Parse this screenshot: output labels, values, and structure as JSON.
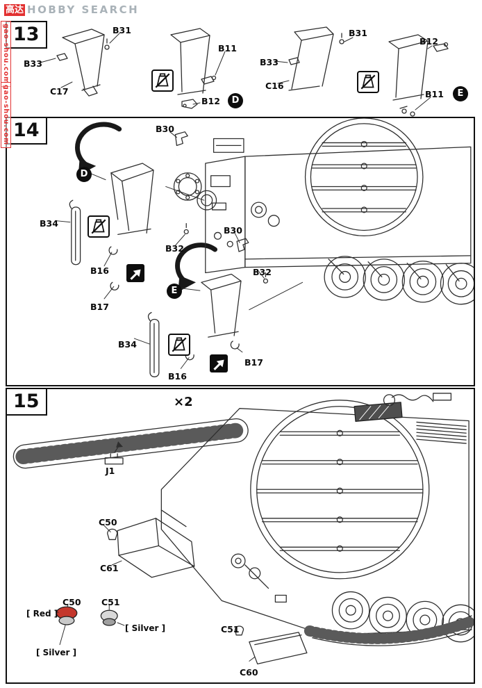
{
  "watermark": {
    "logo_cn": "高达",
    "logo_en": "HOBBY SEARCH",
    "site_top": "gao-shou.com",
    "site_bottom": "gao-shou.com"
  },
  "step13": {
    "number": "13",
    "labels": {
      "b31_left": "B31",
      "b33_left": "B33",
      "c17": "C17",
      "b11_d": "B11",
      "b12_d": "B12",
      "d_badge": "D",
      "b31_right": "B31",
      "b33_right": "B33",
      "c16": "C16",
      "b12_e": "B12",
      "b11_e": "B11",
      "e_badge": "E"
    }
  },
  "step14": {
    "number": "14",
    "labels": {
      "b30_top": "B30",
      "d_badge": "D",
      "b34_d": "B34",
      "b16_d": "B16",
      "b17_d": "B17",
      "b32_d": "B32",
      "b30_mid": "B30",
      "b32_e": "B32",
      "e_badge": "E",
      "b34_e": "B34",
      "b16_e": "B16",
      "b17_e": "B17"
    }
  },
  "step15": {
    "number": "15",
    "multiplier": "×2",
    "labels": {
      "j1": "J1",
      "c50": "C50",
      "c61": "C61",
      "c51": "C51",
      "c60": "C60"
    },
    "legend": {
      "red": "[ Red ]",
      "c50": "C50",
      "silver_a": "[ Silver ]",
      "c51": "C51",
      "silver_b": "[ Silver ]"
    }
  }
}
